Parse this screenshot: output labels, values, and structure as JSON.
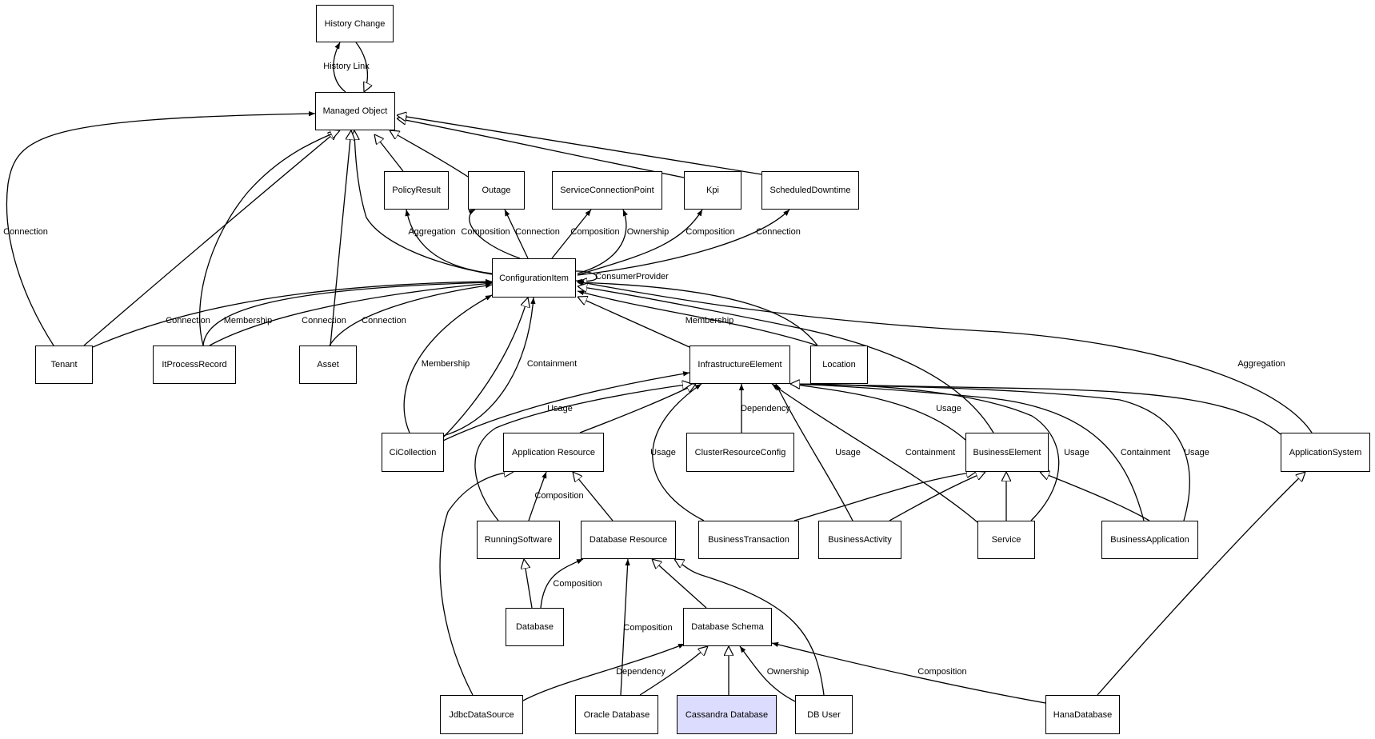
{
  "diagram": {
    "highlight_color": "#dcdcff",
    "nodes": {
      "history_change": "History Change",
      "managed_object": "Managed Object",
      "policy_result": "PolicyResult",
      "outage": "Outage",
      "service_connection_point": "ServiceConnectionPoint",
      "kpi": "Kpi",
      "scheduled_downtime": "ScheduledDowntime",
      "configuration_item": "ConfigurationItem",
      "tenant": "Tenant",
      "itprocess_record": "ItProcessRecord",
      "asset": "Asset",
      "infrastructure_element": "InfrastructureElement",
      "location": "Location",
      "ci_collection": "CiCollection",
      "application_resource": "Application Resource",
      "cluster_resource_config": "ClusterResourceConfig",
      "business_element": "BusinessElement",
      "application_system": "ApplicationSystem",
      "running_software": "RunningSoftware",
      "database_resource": "Database Resource",
      "business_transaction": "BusinessTransaction",
      "business_activity": "BusinessActivity",
      "service": "Service",
      "business_application": "BusinessApplication",
      "database": "Database",
      "database_schema": "Database Schema",
      "jdbc_data_source": "JdbcDataSource",
      "oracle_database": "Oracle Database",
      "cassandra_database": "Cassandra Database",
      "db_user": "DB User",
      "hana_database": "HanaDatabase"
    },
    "edges": [
      {
        "from": "managed_object",
        "to": "history_change",
        "kind": "assoc",
        "label": "History Link"
      },
      {
        "from": "history_change",
        "to": "managed_object",
        "kind": "inherit",
        "label": ""
      },
      {
        "from": "policy_result",
        "to": "managed_object",
        "kind": "inherit",
        "label": ""
      },
      {
        "from": "outage",
        "to": "managed_object",
        "kind": "inherit",
        "label": ""
      },
      {
        "from": "kpi",
        "to": "managed_object",
        "kind": "inherit",
        "label": ""
      },
      {
        "from": "scheduled_downtime",
        "to": "managed_object",
        "kind": "inherit",
        "label": ""
      },
      {
        "from": "configuration_item",
        "to": "managed_object",
        "kind": "inherit",
        "label": ""
      },
      {
        "from": "tenant",
        "to": "managed_object",
        "kind": "inherit",
        "label": ""
      },
      {
        "from": "itprocess_record",
        "to": "managed_object",
        "kind": "inherit",
        "label": ""
      },
      {
        "from": "asset",
        "to": "managed_object",
        "kind": "inherit",
        "label": ""
      },
      {
        "from": "tenant",
        "to": "managed_object",
        "kind": "assoc",
        "label": "Connection"
      },
      {
        "from": "configuration_item",
        "to": "policy_result",
        "kind": "assoc",
        "label": "Aggregation"
      },
      {
        "from": "configuration_item",
        "to": "outage",
        "kind": "assoc",
        "label": "Composition"
      },
      {
        "from": "configuration_item",
        "to": "outage",
        "kind": "assoc",
        "label": "Connection"
      },
      {
        "from": "configuration_item",
        "to": "service_connection_point",
        "kind": "assoc",
        "label": "Composition"
      },
      {
        "from": "configuration_item",
        "to": "service_connection_point",
        "kind": "assoc",
        "label": "Ownership"
      },
      {
        "from": "configuration_item",
        "to": "kpi",
        "kind": "assoc",
        "label": "Composition"
      },
      {
        "from": "configuration_item",
        "to": "scheduled_downtime",
        "kind": "assoc",
        "label": "Connection"
      },
      {
        "from": "configuration_item",
        "to": "configuration_item",
        "kind": "assoc",
        "label": "ConsumerProvider"
      },
      {
        "from": "tenant",
        "to": "configuration_item",
        "kind": "assoc",
        "label": "Connection"
      },
      {
        "from": "itprocess_record",
        "to": "configuration_item",
        "kind": "assoc",
        "label": "Membership"
      },
      {
        "from": "itprocess_record",
        "to": "configuration_item",
        "kind": "assoc",
        "label": "Connection"
      },
      {
        "from": "asset",
        "to": "configuration_item",
        "kind": "assoc",
        "label": "Connection"
      },
      {
        "from": "location",
        "to": "configuration_item",
        "kind": "assoc",
        "label": "Membership"
      },
      {
        "from": "location",
        "to": "configuration_item",
        "kind": "inherit",
        "label": ""
      },
      {
        "from": "infrastructure_element",
        "to": "configuration_item",
        "kind": "inherit",
        "label": ""
      },
      {
        "from": "ci_collection",
        "to": "configuration_item",
        "kind": "assoc",
        "label": "Membership"
      },
      {
        "from": "ci_collection",
        "to": "configuration_item",
        "kind": "inherit",
        "label": ""
      },
      {
        "from": "ci_collection",
        "to": "configuration_item",
        "kind": "assoc",
        "label": "Containment"
      },
      {
        "from": "business_element",
        "to": "configuration_item",
        "kind": "inherit",
        "label": ""
      },
      {
        "from": "application_system",
        "to": "configuration_item",
        "kind": "assoc",
        "label": "Aggregation"
      },
      {
        "from": "ci_collection",
        "to": "infrastructure_element",
        "kind": "assoc",
        "label": "Usage"
      },
      {
        "from": "cluster_resource_config",
        "to": "infrastructure_element",
        "kind": "assoc",
        "label": "Dependency"
      },
      {
        "from": "application_resource",
        "to": "infrastructure_element",
        "kind": "inherit",
        "label": ""
      },
      {
        "from": "running_software",
        "to": "infrastructure_element",
        "kind": "inherit",
        "label": ""
      },
      {
        "from": "business_transaction",
        "to": "infrastructure_element",
        "kind": "assoc",
        "label": "Usage"
      },
      {
        "from": "business_activity",
        "to": "infrastructure_element",
        "kind": "assoc",
        "label": "Usage"
      },
      {
        "from": "service",
        "to": "infrastructure_element",
        "kind": "assoc",
        "label": "Containment"
      },
      {
        "from": "business_element",
        "to": "infrastructure_element",
        "kind": "assoc",
        "label": "Usage"
      },
      {
        "from": "service",
        "to": "infrastructure_element",
        "kind": "assoc",
        "label": "Usage"
      },
      {
        "from": "business_application",
        "to": "infrastructure_element",
        "kind": "assoc",
        "label": "Containment"
      },
      {
        "from": "business_application",
        "to": "infrastructure_element",
        "kind": "assoc",
        "label": "Usage"
      },
      {
        "from": "application_system",
        "to": "infrastructure_element",
        "kind": "inherit",
        "label": ""
      },
      {
        "from": "running_software",
        "to": "application_resource",
        "kind": "assoc",
        "label": "Composition"
      },
      {
        "from": "database_resource",
        "to": "application_resource",
        "kind": "inherit",
        "label": ""
      },
      {
        "from": "jdbc_data_source",
        "to": "application_resource",
        "kind": "inherit",
        "label": ""
      },
      {
        "from": "business_transaction",
        "to": "business_element",
        "kind": "inherit",
        "label": ""
      },
      {
        "from": "business_activity",
        "to": "business_element",
        "kind": "inherit",
        "label": ""
      },
      {
        "from": "service",
        "to": "business_element",
        "kind": "inherit",
        "label": ""
      },
      {
        "from": "business_application",
        "to": "business_element",
        "kind": "inherit",
        "label": ""
      },
      {
        "from": "hana_database",
        "to": "application_system",
        "kind": "inherit",
        "label": ""
      },
      {
        "from": "database",
        "to": "running_software",
        "kind": "inherit",
        "label": ""
      },
      {
        "from": "database",
        "to": "database_resource",
        "kind": "assoc",
        "label": "Composition"
      },
      {
        "from": "oracle_database",
        "to": "database_resource",
        "kind": "assoc",
        "label": "Composition"
      },
      {
        "from": "database_schema",
        "to": "database_resource",
        "kind": "inherit",
        "label": ""
      },
      {
        "from": "db_user",
        "to": "database_resource",
        "kind": "inherit",
        "label": ""
      },
      {
        "from": "jdbc_data_source",
        "to": "database_schema",
        "kind": "assoc",
        "label": "Dependency"
      },
      {
        "from": "oracle_database",
        "to": "database_schema",
        "kind": "inherit",
        "label": ""
      },
      {
        "from": "cassandra_database",
        "to": "database_schema",
        "kind": "inherit",
        "label": ""
      },
      {
        "from": "db_user",
        "to": "database_schema",
        "kind": "assoc",
        "label": "Ownership"
      },
      {
        "from": "hana_database",
        "to": "database_schema",
        "kind": "assoc",
        "label": "Composition"
      }
    ]
  }
}
